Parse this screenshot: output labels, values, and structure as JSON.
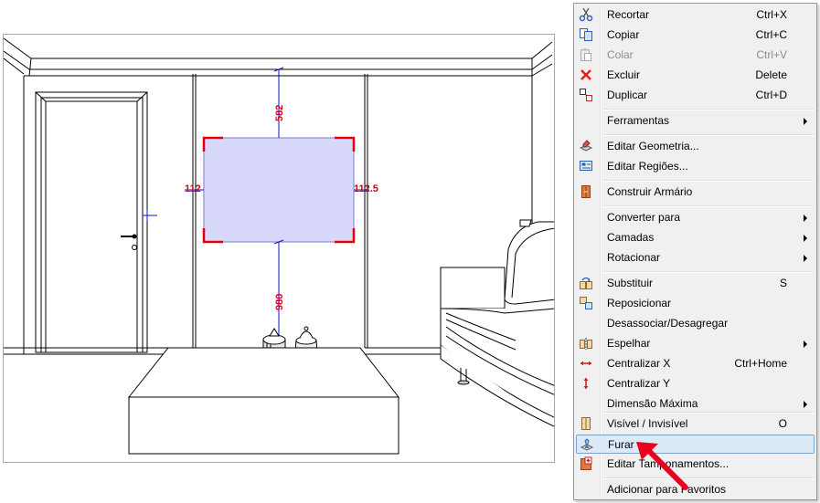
{
  "viewport": {
    "dimensions": {
      "top": "582",
      "bottom": "980",
      "left": "112",
      "right": "112.5"
    }
  },
  "menu": {
    "items": {
      "recortar": {
        "label": "Recortar",
        "shortcut": "Ctrl+X",
        "icon": "scissors-icon"
      },
      "copiar": {
        "label": "Copiar",
        "shortcut": "Ctrl+C",
        "icon": "copy-icon"
      },
      "colar": {
        "label": "Colar",
        "shortcut": "Ctrl+V",
        "icon": "paste-icon",
        "disabled": true
      },
      "excluir": {
        "label": "Excluir",
        "shortcut": "Delete",
        "icon": "delete-x-icon"
      },
      "duplicar": {
        "label": "Duplicar",
        "shortcut": "Ctrl+D",
        "icon": "duplicate-icon"
      },
      "ferramentas": {
        "label": "Ferramentas"
      },
      "editar_geometria": {
        "label": "Editar Geometria...",
        "icon": "edit-geometry-icon"
      },
      "editar_regioes": {
        "label": "Editar Regiões...",
        "icon": "edit-regions-icon"
      },
      "construir_armario": {
        "label": "Construir Armário",
        "icon": "cabinet-icon"
      },
      "converter_para": {
        "label": "Converter para"
      },
      "camadas": {
        "label": "Camadas"
      },
      "rotacionar": {
        "label": "Rotacionar"
      },
      "substituir": {
        "label": "Substituir",
        "shortcut": "S",
        "icon": "replace-icon"
      },
      "reposicionar": {
        "label": "Reposicionar",
        "icon": "reposition-icon"
      },
      "desassociar": {
        "label": "Desassociar/Desagregar"
      },
      "espelhar": {
        "label": "Espelhar",
        "icon": "mirror-icon"
      },
      "centralizar_x": {
        "label": "Centralizar X",
        "shortcut": "Ctrl+Home",
        "icon": "center-x-icon"
      },
      "centralizar_y": {
        "label": "Centralizar Y",
        "icon": "center-y-icon"
      },
      "dimensao_maxima": {
        "label": "Dimensão Máxima"
      },
      "visivel": {
        "label": "Visível / Invisível",
        "shortcut": "O",
        "icon": "visibility-icon"
      },
      "furar": {
        "label": "Furar",
        "icon": "drill-icon",
        "highlighted": true
      },
      "editar_tamponamentos": {
        "label": "Editar Tamponamentos...",
        "icon": "edit-panels-icon"
      },
      "adicionar_favoritos": {
        "label": "Adicionar para Favoritos"
      }
    }
  },
  "colors": {
    "dimension": "#d4001e",
    "dimension_line": "#1010d0",
    "selection_fill": "#d8d8fa",
    "menu_highlight": "#dceaf8",
    "pointer_arrow": "#e8001e"
  }
}
